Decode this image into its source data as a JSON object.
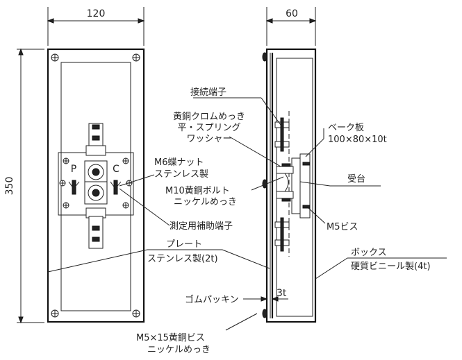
{
  "dimensions": {
    "front_width": "120",
    "side_depth": "60",
    "height": "350",
    "packing_thickness": "3t"
  },
  "terminal_marks": {
    "p": "P",
    "c": "C"
  },
  "labels": {
    "connection_terminal": "接続端子",
    "brass_washer_line1": "黄銅クロムめっき",
    "brass_washer_line2": "平・スプリング",
    "brass_washer_line3": "ワッシャー",
    "m6_wingnut_line1": "M6蝶ナット",
    "m6_wingnut_line2": "ステンレス製",
    "bake_plate_line1": "ベーク板",
    "bake_plate_line2": "100×80×10t",
    "receiver": "受台",
    "m10_bolt_line1": "M10黄銅ボルト",
    "m10_bolt_line2": "ニッケルめっき",
    "m5_screw": "M5ビス",
    "aux_terminal": "測定用補助端子",
    "plate_line1": "プレート",
    "plate_line2": "ステンレス製(2t)",
    "box_line1": "ボックス",
    "box_line2": "硬質ビニール製(4t)",
    "rubber_packing": "ゴムパッキン",
    "m5x15_line1": "M5×15黄銅ビス",
    "m5x15_line2": "ニッケルめっき"
  }
}
